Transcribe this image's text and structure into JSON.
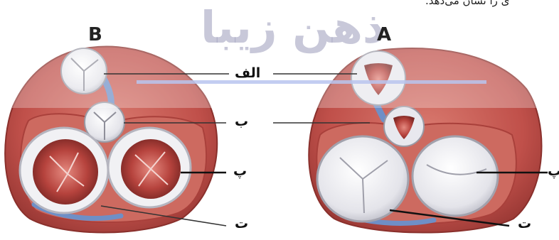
{
  "top_text": "ی را نشان می‌دهد.",
  "watermark": "ذهن زیبا",
  "panels": {
    "left": {
      "letter": "B"
    },
    "right": {
      "letter": "A"
    }
  },
  "labels": {
    "alef": "الف",
    "be": "ب",
    "pe_left": "پ",
    "pe_right": "پ",
    "te_left": "ت",
    "te_right": "ت"
  },
  "colors": {
    "muscle": "#c0504a",
    "muscle_dark": "#9c3a36",
    "vessel_blue": "#6f8fc6",
    "leaflet": "#e9e9ee",
    "watermark_band": "#b8c4ee"
  }
}
